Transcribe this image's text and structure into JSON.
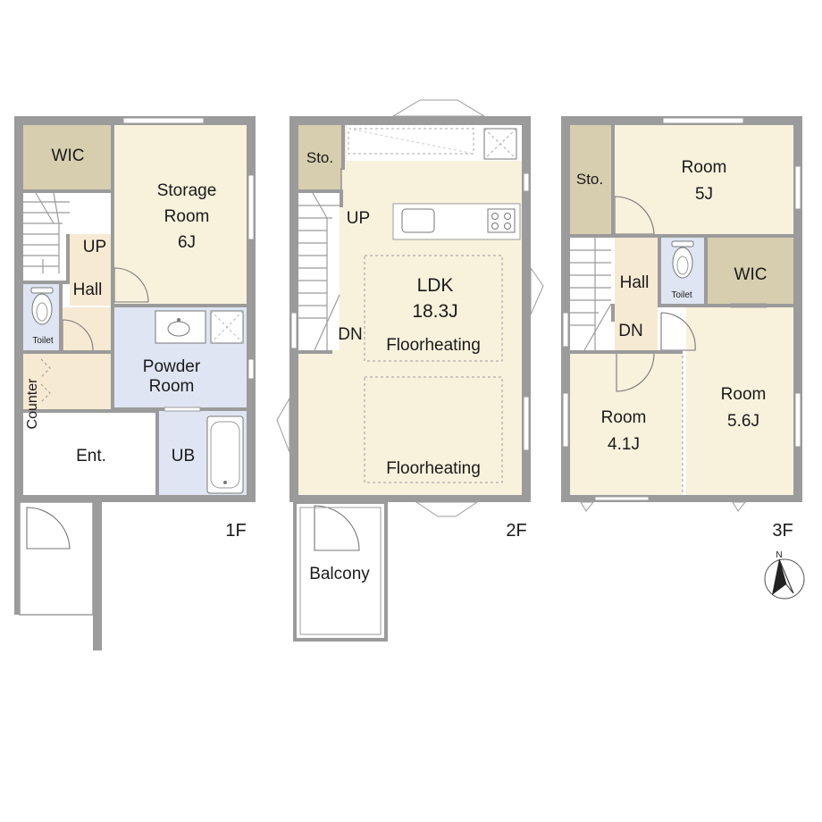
{
  "colors": {
    "room_cream": "#f8f1dc",
    "wic_khaki": "#d6ceae",
    "wet_blue": "#dfe5f2",
    "hall_peach": "#f7ead3",
    "wall_gray": "#9b9b9b"
  },
  "floors": {
    "f1": {
      "label": "1F",
      "rooms": {
        "wic": "WIC",
        "storage_line1": "Storage",
        "storage_line2": "Room",
        "storage_line3": "6J",
        "up": "UP",
        "hall": "Hall",
        "toilet": "Toilet",
        "powder_line1": "Powder",
        "powder_line2": "Room",
        "counter": "Counter",
        "entrance": "Ent.",
        "ub": "UB"
      }
    },
    "f2": {
      "label": "2F",
      "rooms": {
        "storage": "Sto.",
        "up": "UP",
        "dn": "DN",
        "ldk_line1": "LDK",
        "ldk_line2": "18.3J",
        "floorheating_1": "Floorheating",
        "floorheating_2": "Floorheating",
        "balcony": "Balcony"
      }
    },
    "f3": {
      "label": "3F",
      "rooms": {
        "storage": "Sto.",
        "room_a_line1": "Room",
        "room_a_line2": "5J",
        "hall": "Hall",
        "dn": "DN",
        "toilet": "Toilet",
        "wic": "WIC",
        "room_b_line1": "Room",
        "room_b_line2": "4.1J",
        "room_c_line1": "Room",
        "room_c_line2": "5.6J"
      }
    }
  },
  "compass": {
    "letter": "N",
    "icon": "north-arrow-icon"
  }
}
